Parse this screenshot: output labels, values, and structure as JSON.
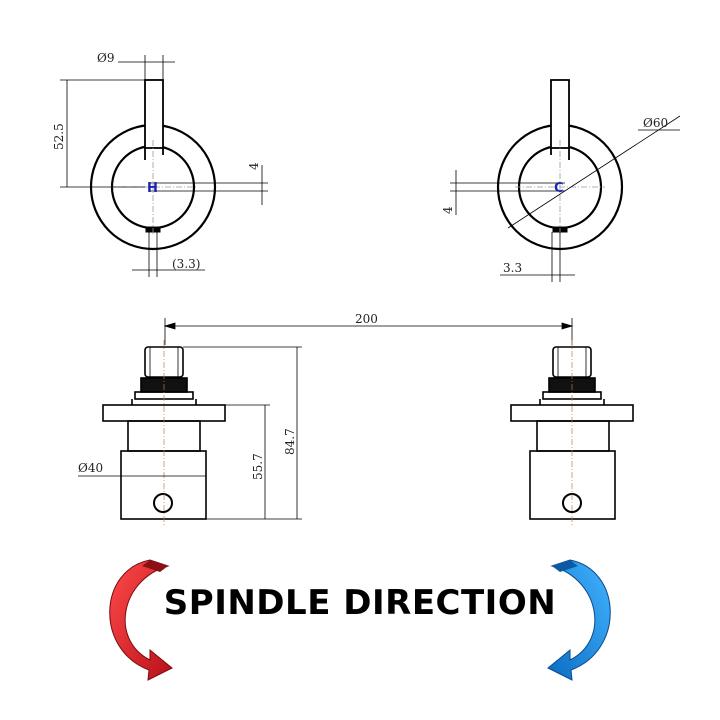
{
  "top_left": {
    "dia_9": "Ø9",
    "len_52_5": "52.5",
    "dim_4": "4",
    "dim_3_3": "(3.3)",
    "mark": "H"
  },
  "top_right": {
    "dia_60": "Ø60",
    "dim_4": "4",
    "dim_3_3": "3.3",
    "mark": "C"
  },
  "bottom": {
    "spacing_200": "200",
    "dia_40": "Ø40",
    "len_55_7": "55.7",
    "len_84_7": "84.7"
  },
  "banner": {
    "title": "SPINDLE DIRECTION"
  },
  "colors": {
    "hot": "#e0202a",
    "cold": "#1e8fe0",
    "line": "#000000",
    "mark": "#1a23b0"
  }
}
